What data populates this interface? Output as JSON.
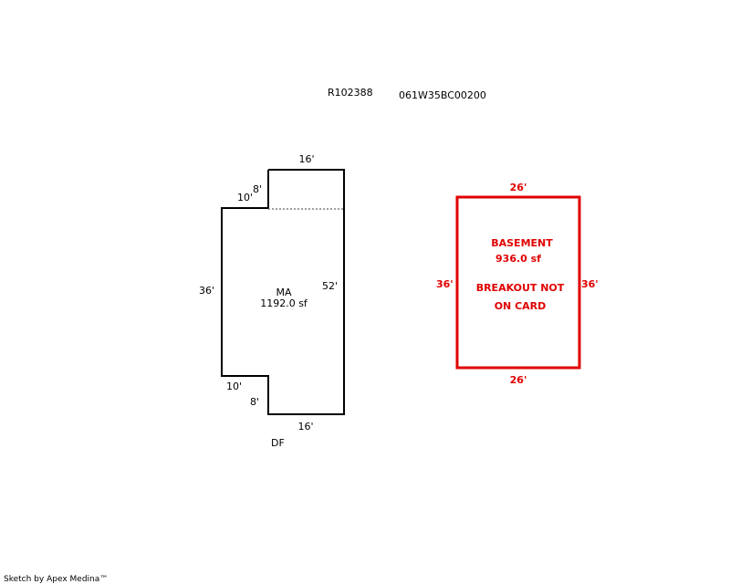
{
  "header": {
    "account_id": "R102388",
    "map_taxlot": "061W35BC00200"
  },
  "main_area": {
    "name": "MA",
    "area": "1192.0 sf",
    "dims": {
      "top": "16'",
      "notch_top_height": "8'",
      "notch_top_width": "10'",
      "left": "36'",
      "right": "52'",
      "notch_bottom_width": "10'",
      "notch_bottom_height": "8'",
      "bottom": "16'"
    },
    "foundation_label": "DF"
  },
  "basement": {
    "name": "BASEMENT",
    "area": "936.0 sf",
    "note_line1": "BREAKOUT NOT",
    "note_line2": "ON CARD",
    "dims": {
      "top": "26'",
      "bottom": "26'",
      "left": "36'",
      "right": "36'"
    },
    "color": "#e00000"
  },
  "footer": {
    "credit": "Sketch by Apex Medina™"
  }
}
